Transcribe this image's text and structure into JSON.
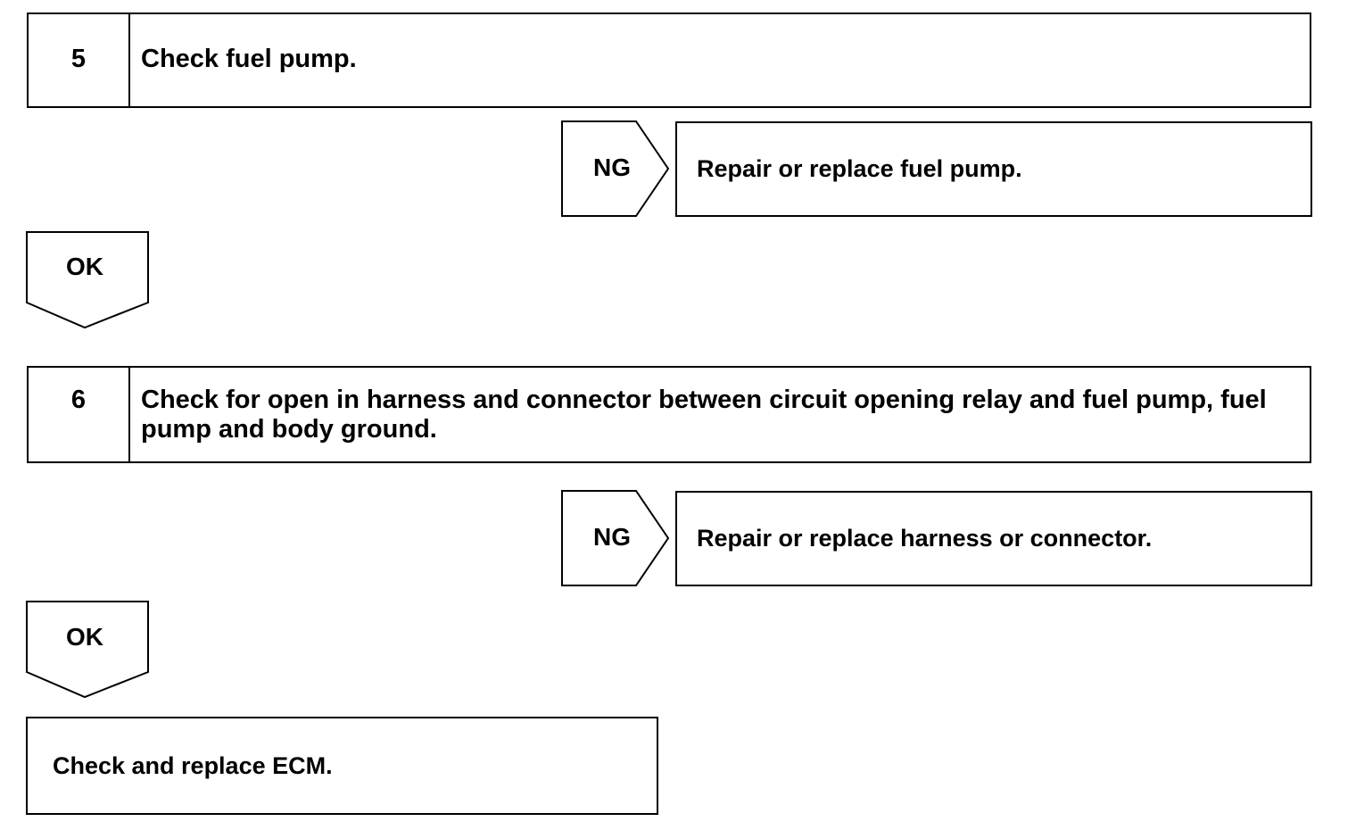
{
  "steps": [
    {
      "number": "5",
      "text": "Check fuel pump.",
      "ng_label": "NG",
      "ng_action": "Repair or replace fuel pump.",
      "ok_label": "OK"
    },
    {
      "number": "6",
      "text": "Check for open in harness and connector between circuit opening relay and fuel pump, fuel pump and body ground.",
      "ng_label": "NG",
      "ng_action": "Repair or replace harness or connector.",
      "ok_label": "OK"
    }
  ],
  "final_action": "Check and replace ECM."
}
